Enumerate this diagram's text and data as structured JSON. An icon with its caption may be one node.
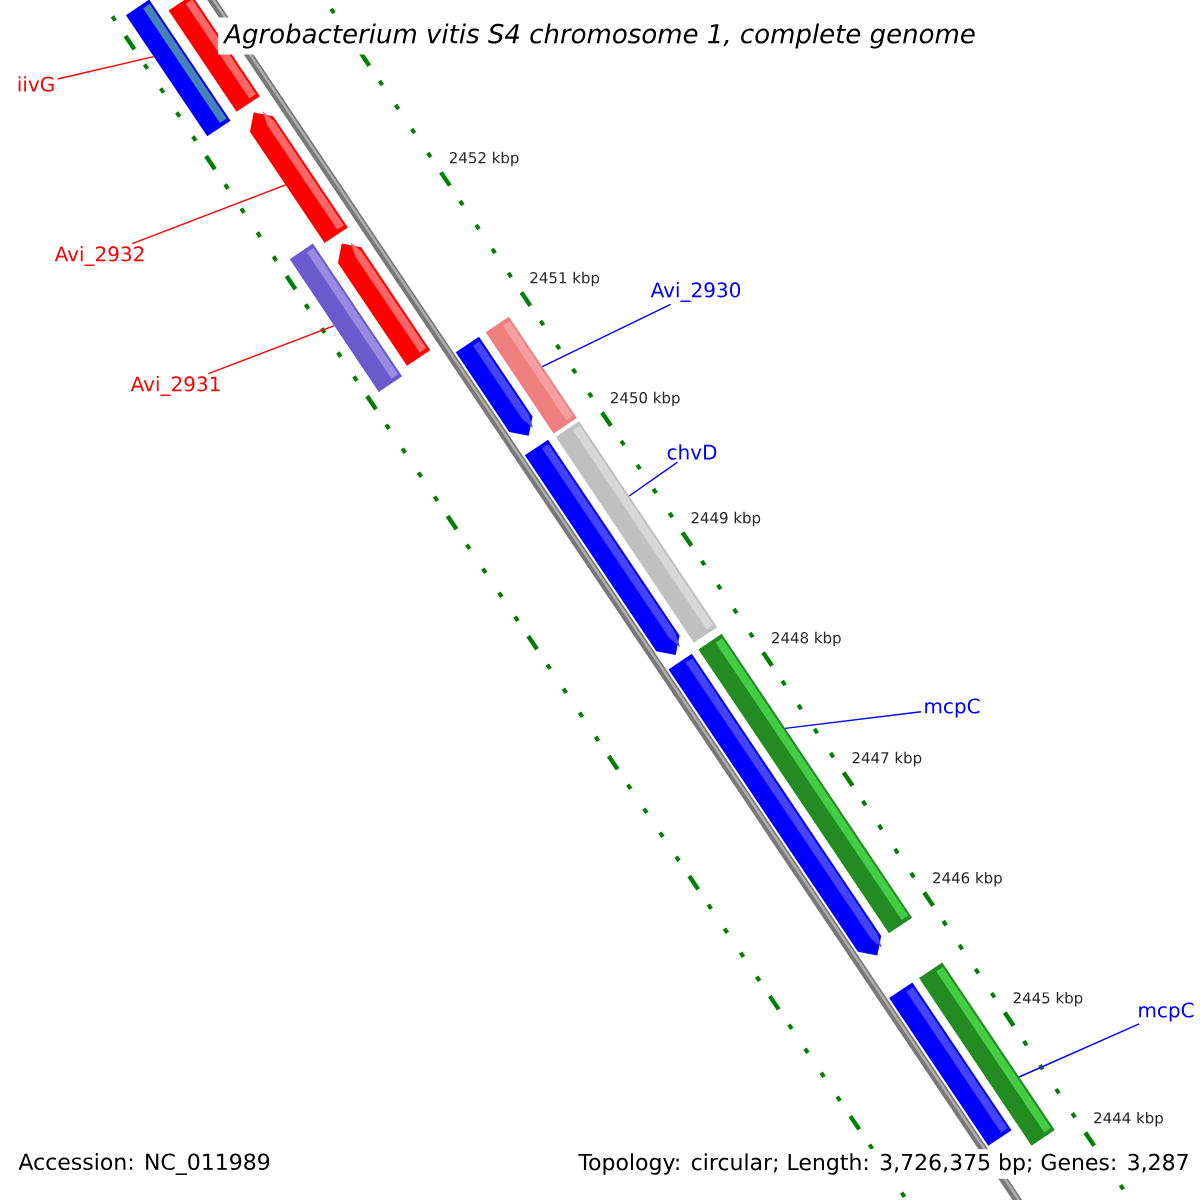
{
  "diagram": {
    "title": "Agrobacterium vitis S4 chromosome 1, complete genome",
    "nodes": [
      {
        "text": [
          "iivG"
        ]
      },
      {
        "text": [
          "Avi_2932"
        ]
      },
      {
        "text": [
          "Avi_2931"
        ]
      },
      {
        "text": [
          "Avi_2930"
        ]
      },
      {
        "text": [
          "chvD"
        ]
      },
      {
        "text": [
          "mcpC"
        ]
      },
      {
        "text": [
          "mcpC"
        ]
      },
      {
        "text": [],
        "shape": "bar"
      },
      {
        "text": [],
        "shape": "bar"
      },
      {
        "text": [],
        "shape": "arrow"
      },
      {
        "text": [],
        "shape": "arrow"
      },
      {
        "text": [],
        "shape": "bar"
      },
      {
        "text": [],
        "shape": "arrow"
      },
      {
        "text": [],
        "shape": "bar"
      },
      {
        "text": [],
        "shape": "arrow"
      },
      {
        "text": [],
        "shape": "bar"
      },
      {
        "text": [],
        "shape": "bar"
      },
      {
        "text": [],
        "shape": "arrow"
      },
      {
        "text": [],
        "shape": "bar"
      },
      {
        "text": [],
        "shape": "bar"
      }
    ],
    "edges": [
      {
        "from": 0,
        "to": 7,
        "arrow": "none",
        "color": "#ff0000"
      },
      {
        "from": 1,
        "to": 9,
        "arrow": "none",
        "color": "#ff0000"
      },
      {
        "from": 2,
        "to": 11,
        "arrow": "none",
        "color": "#ff0000"
      },
      {
        "from": 3,
        "to": 13,
        "arrow": "none"
      },
      {
        "from": 4,
        "to": 15,
        "arrow": "none"
      },
      {
        "from": 5,
        "to": 16,
        "arrow": "none"
      },
      {
        "from": 6,
        "to": 19,
        "arrow": "none"
      }
    ],
    "labels": [
      "2452 kbp",
      "2451 kbp",
      "2450 kbp",
      "2449 kbp",
      "2448 kbp",
      "2447 kbp",
      "2446 kbp",
      "2445 kbp",
      "2444 kbp",
      "Accession: NC_011989",
      "Topology: circular; Length: 3,726,375 bp; Genes: 3,287"
    ]
  }
}
